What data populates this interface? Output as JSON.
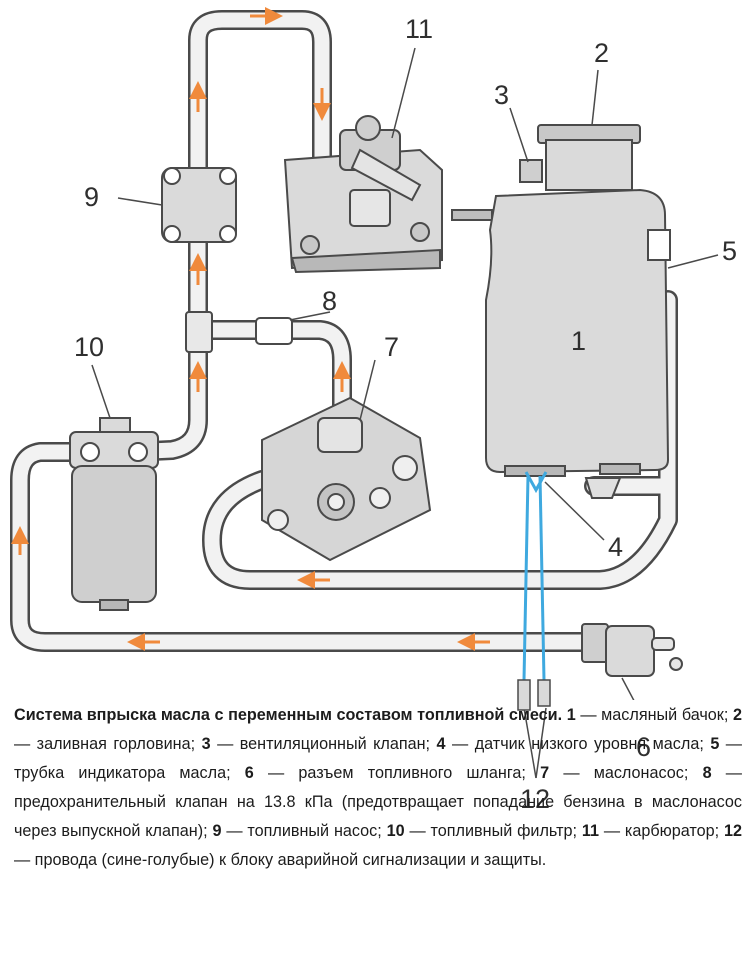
{
  "labels": {
    "n1": "1",
    "n2": "2",
    "n3": "3",
    "n4": "4",
    "n5": "5",
    "n6": "6",
    "n7": "7",
    "n8": "8",
    "n9": "9",
    "n10": "10",
    "n11": "11",
    "n12": "12"
  },
  "caption": {
    "title": "Система впрыска масла с переменным составом топливной смеси.",
    "items": [
      {
        "key": "1",
        "text": " — масляный бачок; "
      },
      {
        "key": "2",
        "text": " — заливная горловина; "
      },
      {
        "key": "3",
        "text": " — вентиляционный клапан; "
      },
      {
        "key": "4",
        "text": " — датчик низкого уровня масла; "
      },
      {
        "key": "5",
        "text": " — трубка индикатора масла; "
      },
      {
        "key": "6",
        "text": " — разъем топливного шланга; "
      },
      {
        "key": "7",
        "text": " — маслонасос; "
      },
      {
        "key": "8",
        "text": " — предохранительный клапан на 13.8 кПа (предотвращает попадание бензина в маслонасос через выпускной клапан); "
      },
      {
        "key": "9",
        "text": " — топливный насос; "
      },
      {
        "key": "10",
        "text": " — топливный фильтр; "
      },
      {
        "key": "11",
        "text": " — карбюратор; "
      },
      {
        "key": "12",
        "text": " — провода (сине-голубые) к блоку аварийной сигнализации и защиты."
      }
    ]
  },
  "colors": {
    "pipe_fill": "#f2f2f2",
    "pipe_stroke": "#4a4a4a",
    "part_fill": "#dadada",
    "part_dark": "#b8b8b8",
    "arrow": "#f08a3c",
    "wire": "#3fa9df"
  }
}
